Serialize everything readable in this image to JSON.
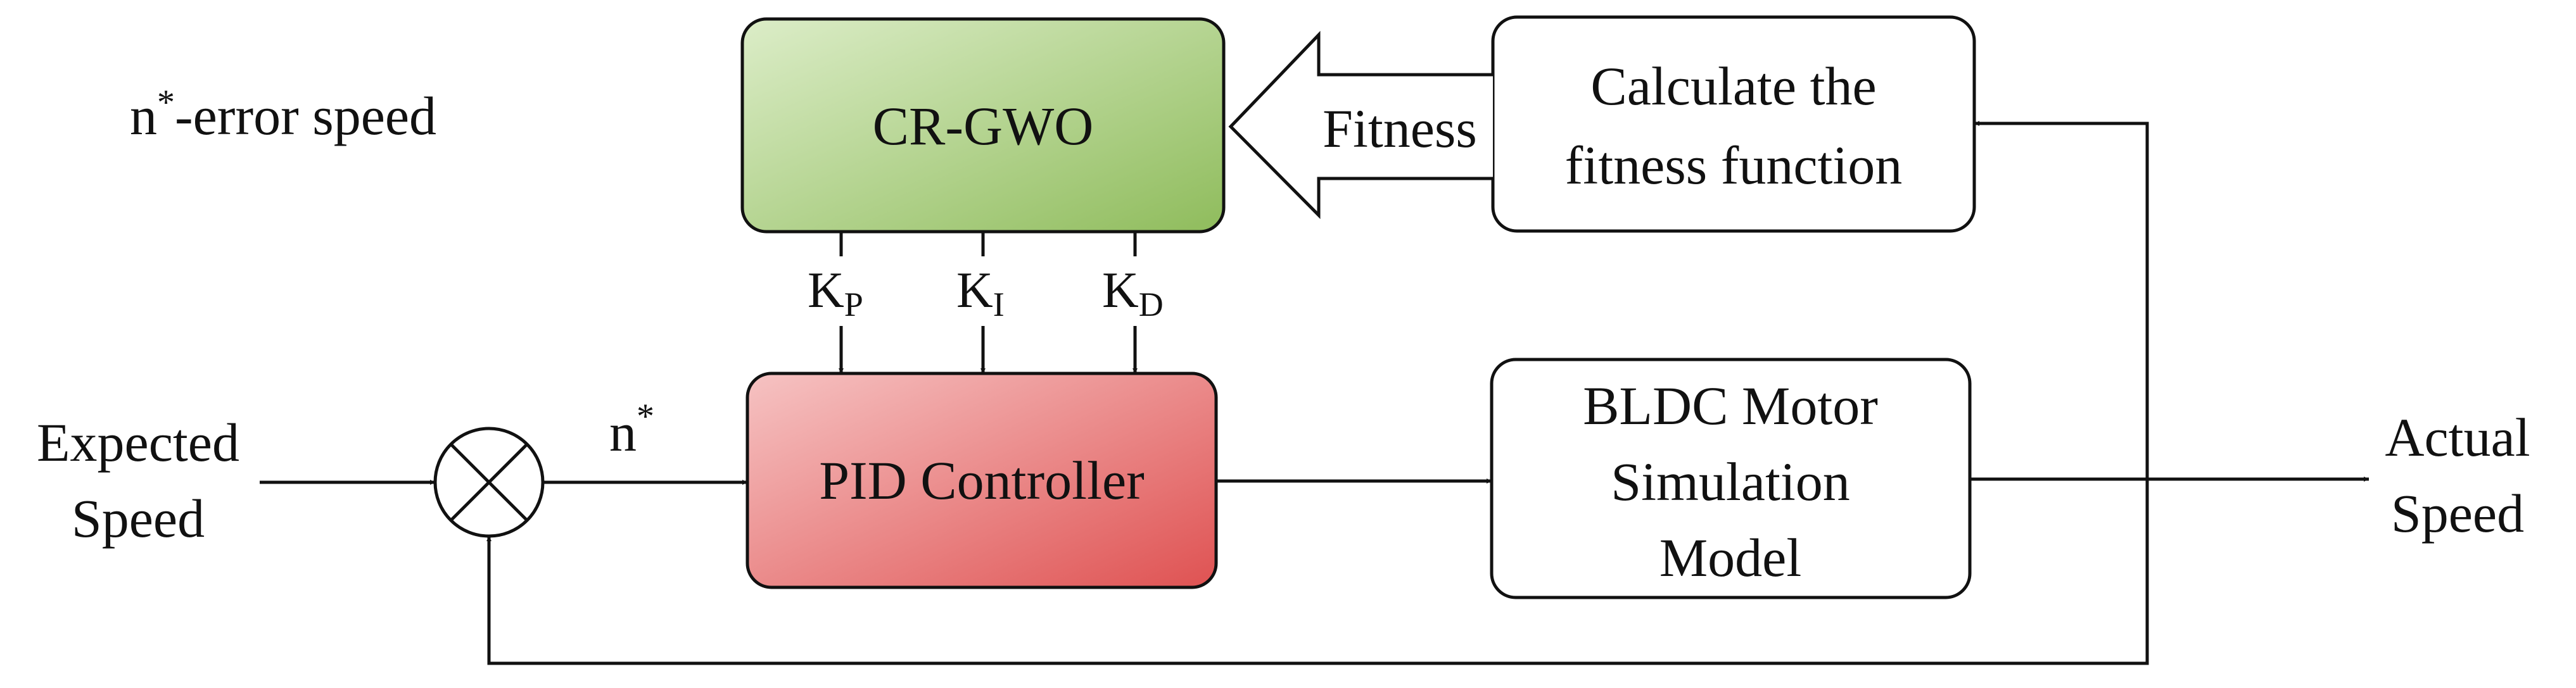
{
  "note": {
    "n": "n",
    "sup": "*",
    "rest": "-error speed"
  },
  "blocks": {
    "crgwo": {
      "label": "CR-GWO"
    },
    "fitness_calc": {
      "line1": "Calculate the",
      "line2": "fitness function"
    },
    "pid": {
      "label": "PID Controller"
    },
    "motor": {
      "line1": "BLDC Motor",
      "line2": "Simulation",
      "line3": "Model"
    }
  },
  "labels": {
    "fitness": "Fitness",
    "expected_1": "Expected",
    "expected_2": "Speed",
    "actual_1": "Actual",
    "actual_2": "Speed",
    "n": "n",
    "n_sup": "*"
  },
  "gains": [
    {
      "base": "K",
      "sub": "P"
    },
    {
      "base": "K",
      "sub": "I"
    },
    {
      "base": "K",
      "sub": "D"
    }
  ],
  "colors": {
    "crgwo_light": "#dcedc8",
    "crgwo_dark": "#8fbc5c",
    "pid_light": "#f6c3c3",
    "pid_dark": "#df5252",
    "line": "#111111"
  }
}
